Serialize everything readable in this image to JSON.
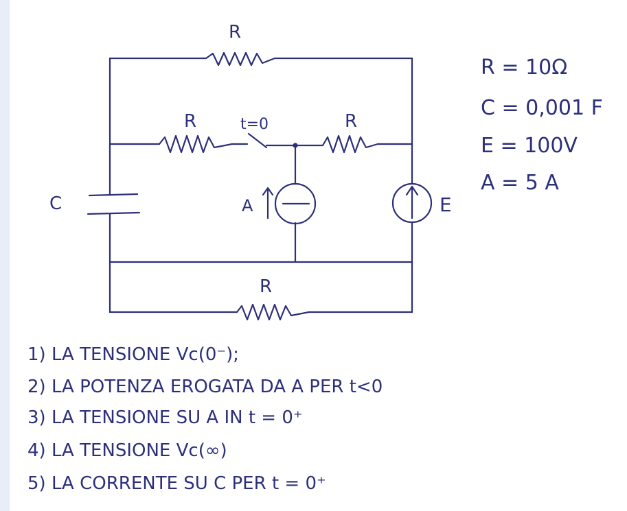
{
  "circuit": {
    "labels": {
      "r_top": "R",
      "r_mid_left": "R",
      "switch": "t=0",
      "r_mid_right": "R",
      "r_bottom": "R",
      "capacitor": "C",
      "current_source": "A",
      "voltage_source": "E"
    },
    "values": [
      "R = 10Ω",
      "C = 0,001 F",
      "E = 100V",
      "A = 5 A"
    ]
  },
  "questions": [
    "1) LA TENSIONE Vc(0⁻);",
    "2) LA POTENZA EROGATA DA A PER t<0",
    "3) LA TENSIONE SU A IN t = 0⁺",
    "4) LA TENSIONE Vc(∞)",
    "5) LA CORRENTE SU C PER t = 0⁺"
  ],
  "colors": {
    "ink": "#2c2f7a",
    "background": "#ffffff",
    "sidebar": "#e8eef8"
  }
}
